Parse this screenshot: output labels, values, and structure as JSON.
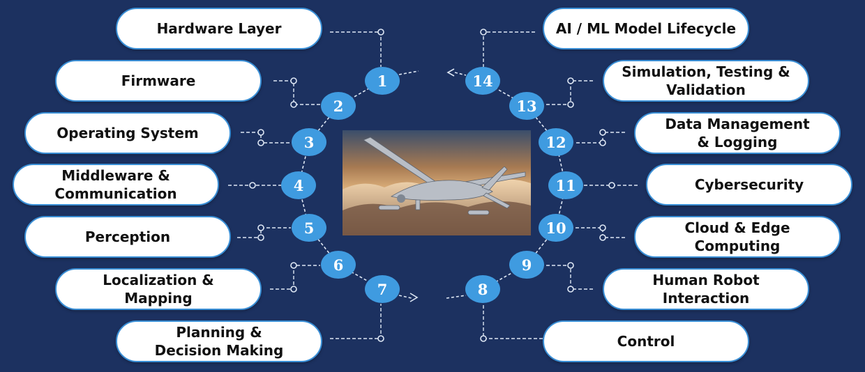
{
  "colors": {
    "background": "#1c3160",
    "badge": "#3f9be0",
    "pill_border": "#3a8fd6",
    "connector": "#dfe8f5"
  },
  "picture": {
    "kind": "photo",
    "subject": "drone"
  },
  "layers": [
    {
      "number": "1",
      "label": "Hardware Layer"
    },
    {
      "number": "2",
      "label": "Firmware"
    },
    {
      "number": "3",
      "label": "Operating System"
    },
    {
      "number": "4",
      "label": "Middleware &\nCommunication"
    },
    {
      "number": "5",
      "label": "Perception"
    },
    {
      "number": "6",
      "label": "Localization &\nMapping"
    },
    {
      "number": "7",
      "label": "Planning &\nDecision Making"
    },
    {
      "number": "8",
      "label": "Control"
    },
    {
      "number": "9",
      "label": "Human Robot\nInteraction"
    },
    {
      "number": "10",
      "label": "Cloud & Edge\nComputing"
    },
    {
      "number": "11",
      "label": "Cybersecurity"
    },
    {
      "number": "12",
      "label": "Data Management\n& Logging"
    },
    {
      "number": "13",
      "label": "Simulation, Testing &\nValidation"
    },
    {
      "number": "14",
      "label": "AI / ML Model Lifecycle"
    }
  ]
}
